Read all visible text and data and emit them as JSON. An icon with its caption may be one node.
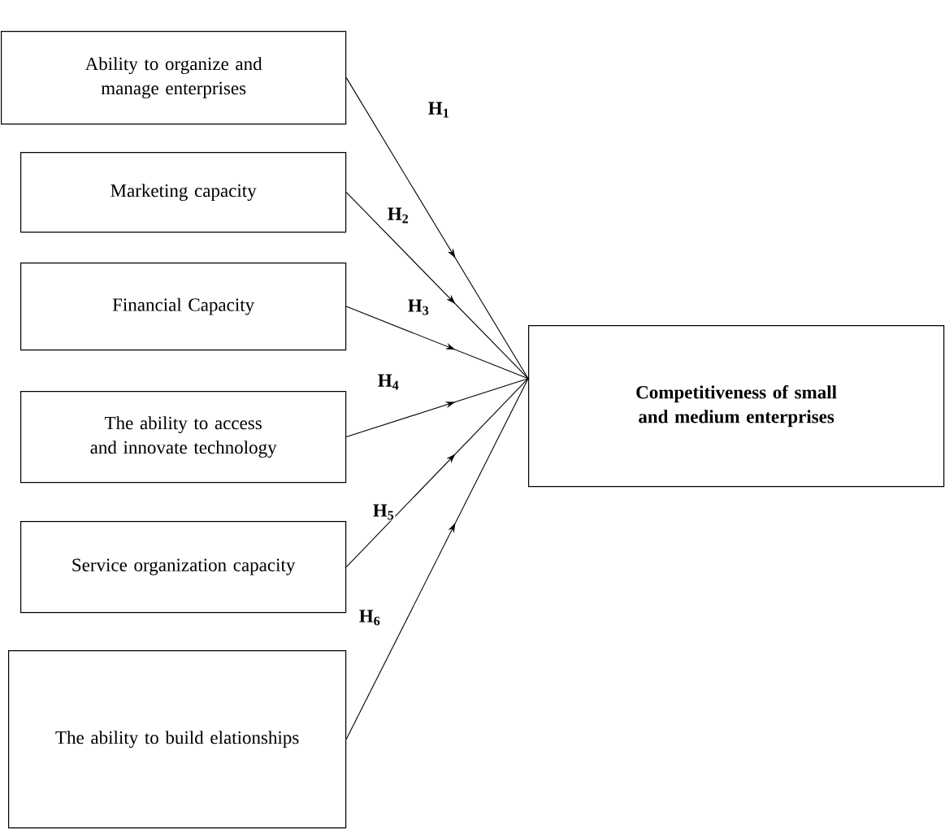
{
  "diagram": {
    "nodes": [
      {
        "text": [
          "Ability to organize and manage enterprises"
        ]
      },
      {
        "text": [
          "Marketing capacity"
        ]
      },
      {
        "text": [
          "Financial Capacity"
        ]
      },
      {
        "text": [
          "The ability to access and innovate technology"
        ]
      },
      {
        "text": [
          "Service organization capacity"
        ]
      },
      {
        "text": [
          "The ability to build elationships"
        ]
      },
      {
        "text": [
          "Competitiveness of small and medium enterprises"
        ]
      }
    ],
    "edges": [
      {
        "from": 0,
        "to": 6,
        "arrow": "to",
        "label": "H$_{1}$"
      },
      {
        "from": 1,
        "to": 6,
        "arrow": "to",
        "label": "H$_{2}$"
      },
      {
        "from": 2,
        "to": 6,
        "arrow": "to",
        "label": "H$_{3}$"
      },
      {
        "from": 3,
        "to": 6,
        "arrow": "to",
        "label": "H$_{4}$"
      },
      {
        "from": 4,
        "to": 6,
        "arrow": "to",
        "label": "H$_{5}$"
      },
      {
        "from": 5,
        "to": 6,
        "arrow": "to",
        "label": "H$_{6}$"
      }
    ]
  }
}
